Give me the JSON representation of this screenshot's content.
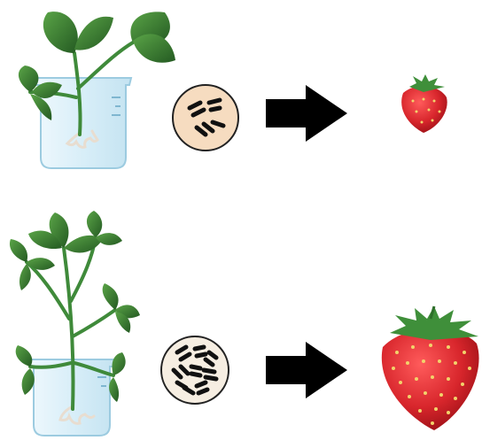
{
  "rows": [
    {
      "plant": "small-plant-in-beaker",
      "cell": "cell-with-few-chromosomes",
      "arrow": "right-arrow",
      "fruit": "small-strawberry"
    },
    {
      "plant": "large-plant-in-beaker",
      "cell": "cell-with-many-chromosomes",
      "arrow": "right-arrow",
      "fruit": "large-strawberry"
    }
  ],
  "colors": {
    "leaf": "#2e6b2b",
    "leaf_light": "#4f9a3e",
    "stem": "#3f8a3a",
    "glass": "#d8eef8",
    "glass_edge": "#9ccbe0",
    "cell_fill": "#f6dcc0",
    "chromosome": "#111111",
    "arrow": "#000000",
    "strawberry": "#d8262c",
    "strawberry_dark": "#a3151b",
    "seed": "#f2d36b"
  }
}
